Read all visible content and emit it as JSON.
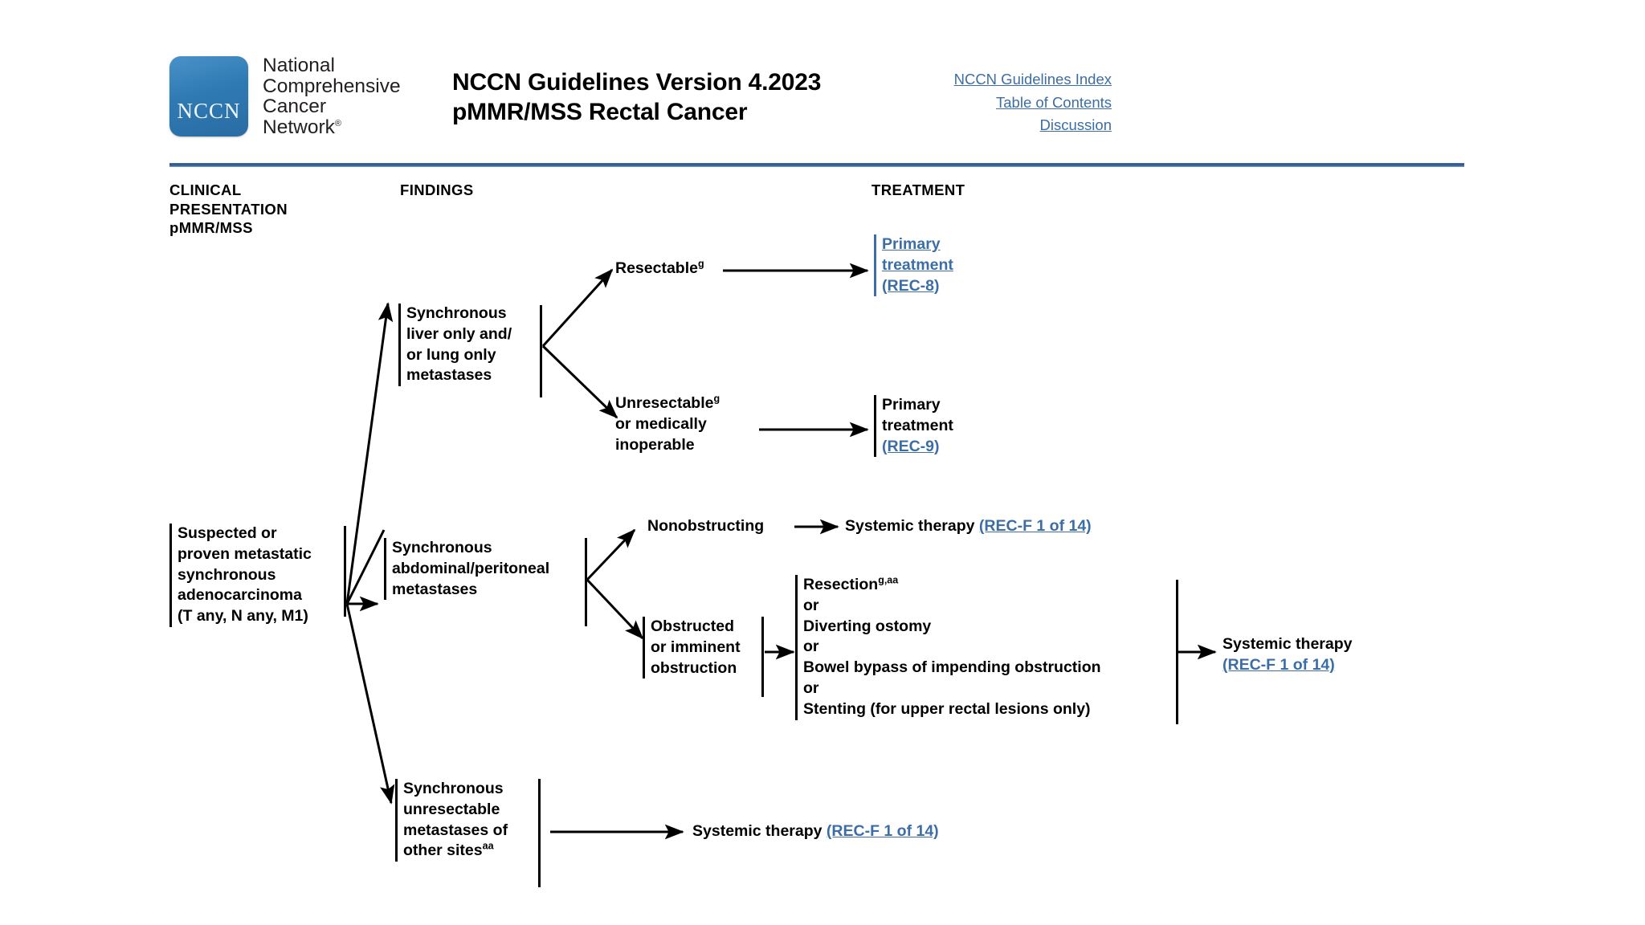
{
  "header": {
    "logo_text": "NCCN",
    "org_lines": [
      "National",
      "Comprehensive",
      "Cancer",
      "Network"
    ],
    "org_reg_mark": "®",
    "title_line1": "NCCN Guidelines Version 4.2023",
    "title_line2": "pMMR/MSS Rectal Cancer",
    "links": [
      {
        "label": "NCCN Guidelines Index"
      },
      {
        "label": "Table of Contents"
      },
      {
        "label": "Discussion"
      }
    ],
    "rule_color": "#2e568a",
    "link_color": "#3c6ea5",
    "logo_color": "#2f7ab4"
  },
  "columns": {
    "clinical_presentation": "CLINICAL\nPRESENTATION\npMMR/MSS",
    "clinical_presentation_lines": [
      "CLINICAL",
      "PRESENTATION",
      "pMMR/MSS"
    ],
    "findings": "FINDINGS",
    "treatment": "TREATMENT"
  },
  "nodes": {
    "presentation": {
      "lines": [
        "Suspected or",
        "proven metastatic",
        "synchronous",
        "adenocarcinoma",
        "(T any, N any, M1)"
      ]
    },
    "finding_liver_lung": {
      "lines": [
        "Synchronous",
        "liver only and/",
        "or lung only",
        "metastases"
      ]
    },
    "finding_peritoneal": {
      "lines": [
        "Synchronous",
        "abdominal/peritoneal",
        "metastases"
      ]
    },
    "finding_other_sites": {
      "lines": [
        "Synchronous",
        "unresectable",
        "metastases of",
        "other sites"
      ],
      "superscript": "aa"
    },
    "resectable": {
      "label": "Resectable",
      "superscript": "g"
    },
    "unresectable": {
      "lines": [
        "Unresectable",
        "or medically",
        "inoperable"
      ],
      "superscript": "g"
    },
    "nonobstructing": {
      "label": "Nonobstructing"
    },
    "obstructed": {
      "lines": [
        "Obstructed",
        "or imminent",
        "obstruction"
      ]
    },
    "surgical_options": {
      "items": [
        {
          "text": "Resection",
          "superscript": "g,aa"
        },
        {
          "text": "or",
          "superscript": ""
        },
        {
          "text": "Diverting ostomy",
          "superscript": ""
        },
        {
          "text": "or",
          "superscript": ""
        },
        {
          "text": "Bowel bypass of impending obstruction",
          "superscript": ""
        },
        {
          "text": "or",
          "superscript": ""
        },
        {
          "text": "Stenting (for upper rectal lesions only)",
          "superscript": ""
        }
      ]
    }
  },
  "treatments": {
    "primary_rec8": {
      "lines": [
        "Primary ",
        "treatment ",
        "(REC-8)"
      ],
      "all_link": true
    },
    "primary_rec9": {
      "line1": "Primary",
      "line2": "treatment",
      "link": "(REC-9)"
    },
    "systemic_nonobstructing": {
      "label": "Systemic therapy ",
      "link": "(REC-F 1 of 14)"
    },
    "systemic_obstructed": {
      "label": "Systemic therapy",
      "link": "(REC-F 1 of 14)"
    },
    "systemic_other_sites": {
      "label": "Systemic therapy ",
      "link": "(REC-F 1 of 14)"
    }
  }
}
